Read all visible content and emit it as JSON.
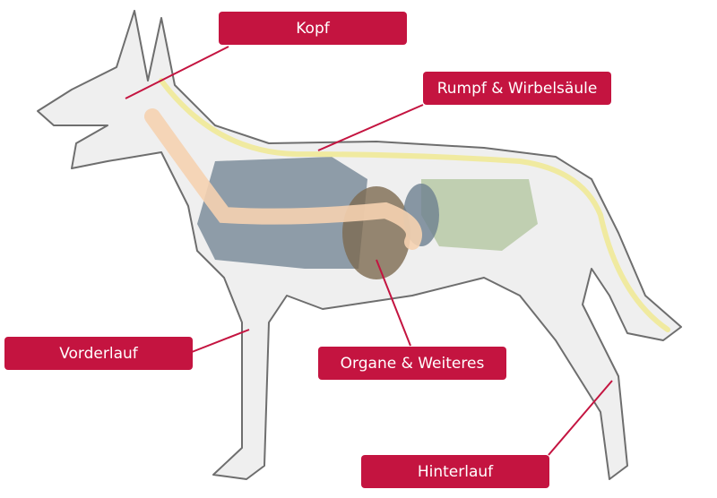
{
  "accent_color": "#c41440",
  "labels": {
    "head": "Kopf",
    "trunk": "Rumpf & Wirbelsäule",
    "foreleg": "Vorderlauf",
    "organs": "Organe & Weiteres",
    "hindleg": "Hinterlauf"
  }
}
